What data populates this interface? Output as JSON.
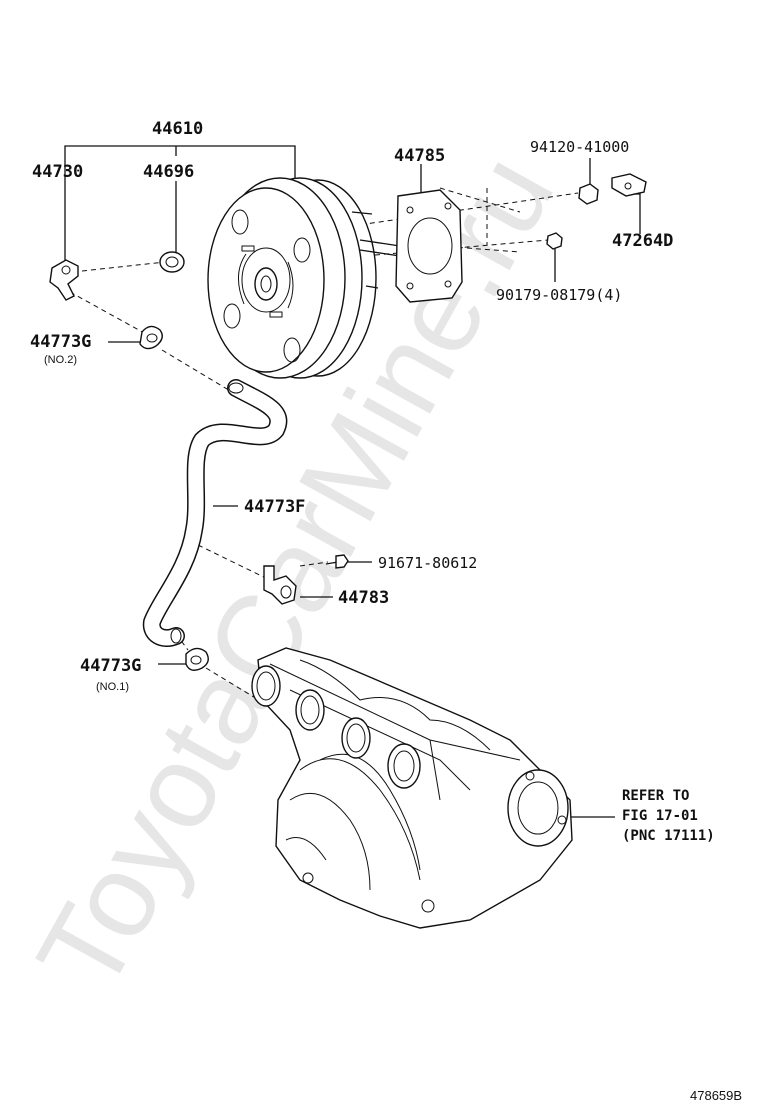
{
  "watermark": "ToyotaCarMine.ru",
  "parts": {
    "booster_assembly": "44610",
    "check_valve": "44730",
    "grommet": "44696",
    "gasket": "44785",
    "nut": "94120-41000",
    "bracket": "47264D",
    "stud_nut": "90179-08179(4)",
    "clip_upper": "44773G",
    "clip_upper_note": "(NO.2)",
    "hose": "44773F",
    "bolt": "91671-80612",
    "hose_clamp": "44783",
    "clip_lower": "44773G",
    "clip_lower_note": "(NO.1)"
  },
  "reference": {
    "line1": "REFER TO",
    "line2": "FIG 17-01",
    "line3": "(PNC 17111)"
  },
  "figure_id": "478659B"
}
